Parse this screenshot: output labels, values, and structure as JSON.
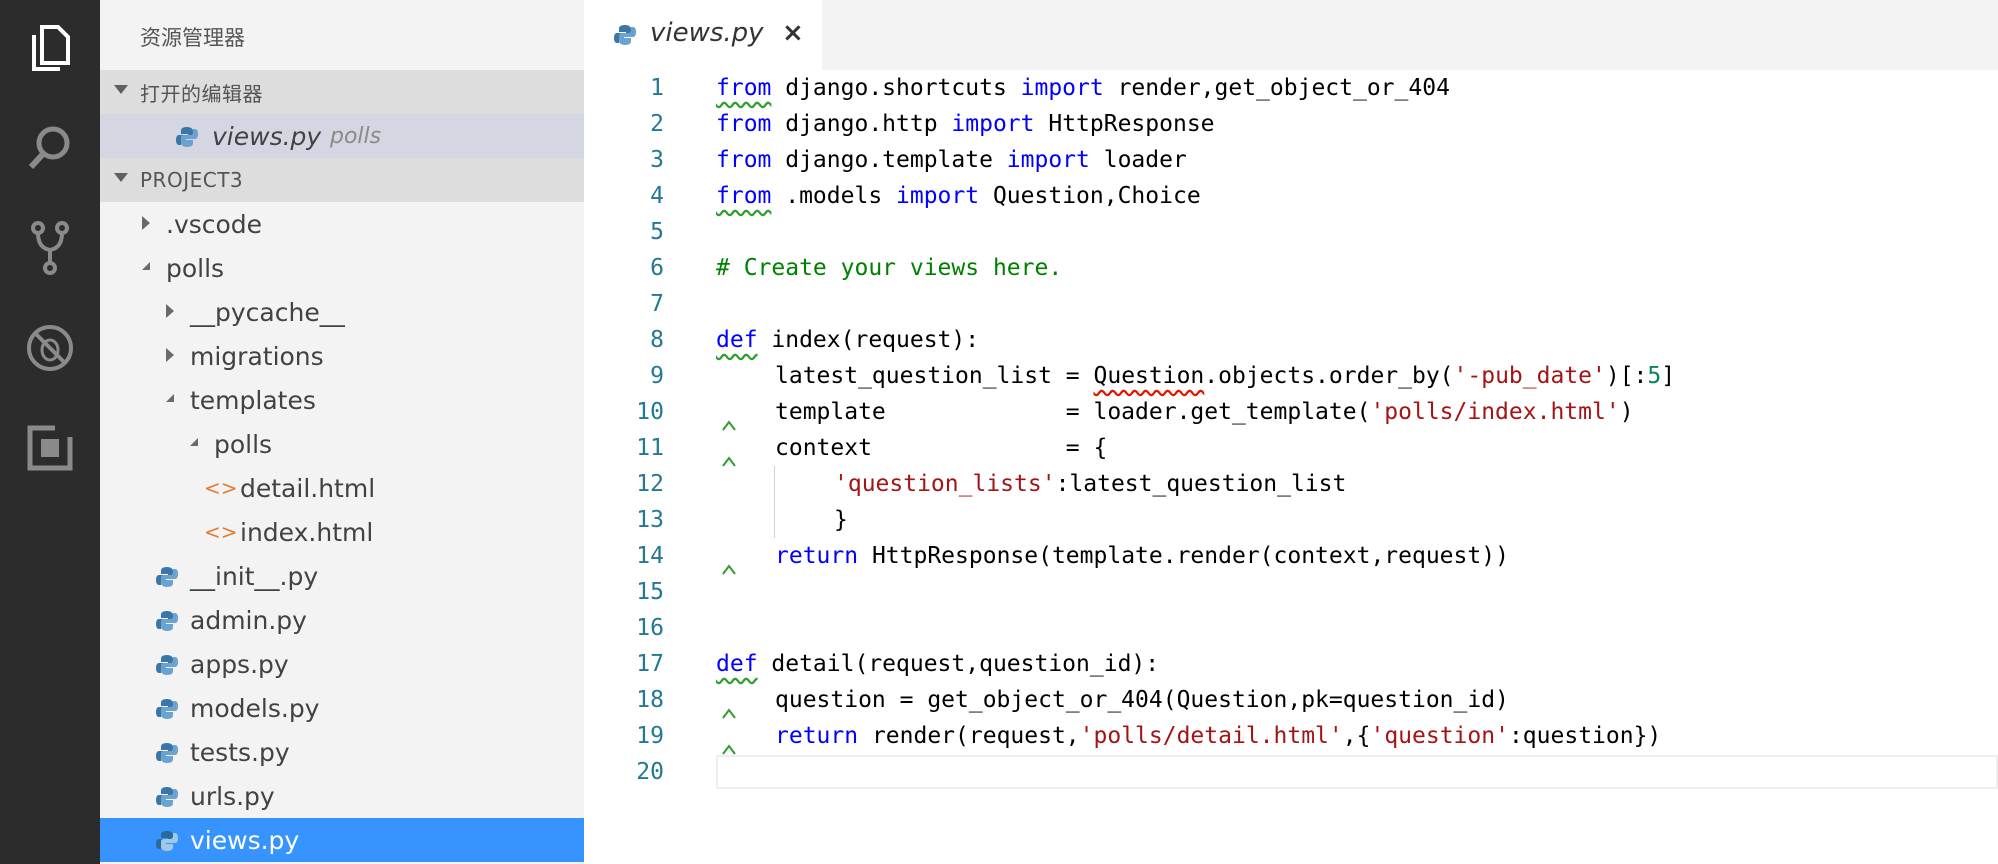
{
  "activity_bar": {
    "icons": [
      "explorer-icon",
      "search-icon",
      "source-control-icon",
      "debug-icon",
      "extensions-icon"
    ]
  },
  "sidebar": {
    "title": "资源管理器",
    "open_editors": {
      "label": "打开的编辑器",
      "items": [
        {
          "name": "views.py",
          "folder": "polls"
        }
      ]
    },
    "project": {
      "label": "PROJECT3",
      "items": [
        {
          "label": ".vscode",
          "type": "folder-collapsed"
        },
        {
          "label": "polls",
          "type": "folder-expanded"
        },
        {
          "label": "__pycache__",
          "type": "folder-collapsed"
        },
        {
          "label": "migrations",
          "type": "folder-collapsed"
        },
        {
          "label": "templates",
          "type": "folder-expanded"
        },
        {
          "label": "polls",
          "type": "folder-expanded"
        },
        {
          "label": "detail.html",
          "type": "html"
        },
        {
          "label": "index.html",
          "type": "html"
        },
        {
          "label": "__init__.py",
          "type": "python"
        },
        {
          "label": "admin.py",
          "type": "python"
        },
        {
          "label": "apps.py",
          "type": "python"
        },
        {
          "label": "models.py",
          "type": "python"
        },
        {
          "label": "tests.py",
          "type": "python"
        },
        {
          "label": "urls.py",
          "type": "python"
        },
        {
          "label": "views.py",
          "type": "python",
          "selected": true
        }
      ]
    }
  },
  "tab": {
    "title": "views.py",
    "close": "×"
  },
  "editor": {
    "line_numbers": [
      "1",
      "2",
      "3",
      "4",
      "5",
      "6",
      "7",
      "8",
      "9",
      "10",
      "11",
      "12",
      "13",
      "14",
      "15",
      "16",
      "17",
      "18",
      "19",
      "20"
    ],
    "tokens": {
      "l1": [
        "from",
        " django.shortcuts ",
        "import",
        " render,get_object_or_404"
      ],
      "l2": [
        "from",
        " django.http ",
        "import",
        " HttpResponse"
      ],
      "l3": [
        "from",
        " django.template ",
        "import",
        " loader"
      ],
      "l4": [
        "from",
        " .models ",
        "import",
        " Question,Choice"
      ],
      "l6": [
        "# Create your views here."
      ],
      "l8": [
        "def",
        " index(request):"
      ],
      "l9": [
        "latest_question_list = ",
        "Question",
        ".objects.order_by(",
        "'-pub_date'",
        ")[:",
        "5",
        "]"
      ],
      "l10": [
        "template             = loader.get_template(",
        "'polls/index.html'",
        ")"
      ],
      "l11": [
        "context              = {"
      ],
      "l12": [
        "'question_lists'",
        ":latest_question_list"
      ],
      "l13": [
        "}"
      ],
      "l14": [
        "return",
        " HttpResponse(template.render(context,request))"
      ],
      "l17": [
        "def",
        " detail(request,question_id):"
      ],
      "l18": [
        "question = get_object_or_404(Question,pk=question_id)"
      ],
      "l19": [
        "return",
        " render(request,",
        "'polls/detail.html'",
        ",{",
        "'question'",
        ":question})"
      ]
    }
  },
  "colors": {
    "keyword": "#0000ff",
    "string": "#a31515",
    "comment": "#008000",
    "number": "#098658",
    "line_number": "#237893",
    "selection": "#3794ff"
  }
}
